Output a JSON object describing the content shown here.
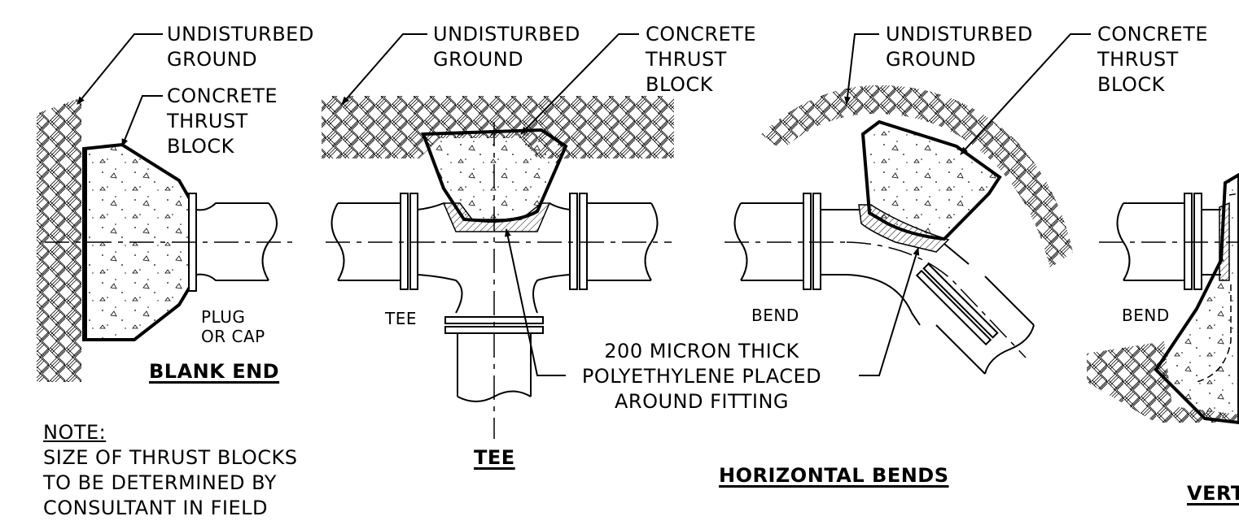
{
  "blank_end": {
    "ground_label": [
      "UNDISTURBED",
      "GROUND"
    ],
    "block_label": [
      "CONCRETE",
      "THRUST",
      "BLOCK"
    ],
    "plug_label": [
      "PLUG",
      "OR CAP"
    ],
    "title": "BLANK END"
  },
  "tee": {
    "ground_label": [
      "UNDISTURBED",
      "GROUND"
    ],
    "block_label": [
      "CONCRETE",
      "THRUST",
      "BLOCK"
    ],
    "fitting_label": "TEE",
    "title": "TEE"
  },
  "horizontal_bends": {
    "ground_label": [
      "UNDISTURBED",
      "GROUND"
    ],
    "block_label": [
      "CONCRETE",
      "THRUST",
      "BLOCK"
    ],
    "fitting_label": "BEND",
    "title": "HORIZONTAL BENDS"
  },
  "vertical_bends": {
    "fitting_label": "BEND",
    "title": "VERT"
  },
  "polyethylene_note": [
    "200 MICRON THICK",
    "POLYETHYLENE PLACED",
    "AROUND FITTING"
  ],
  "note": {
    "heading": "NOTE:",
    "lines": [
      "SIZE OF THRUST BLOCKS",
      "TO BE DETERMINED BY",
      "CONSULTANT IN FIELD"
    ]
  }
}
